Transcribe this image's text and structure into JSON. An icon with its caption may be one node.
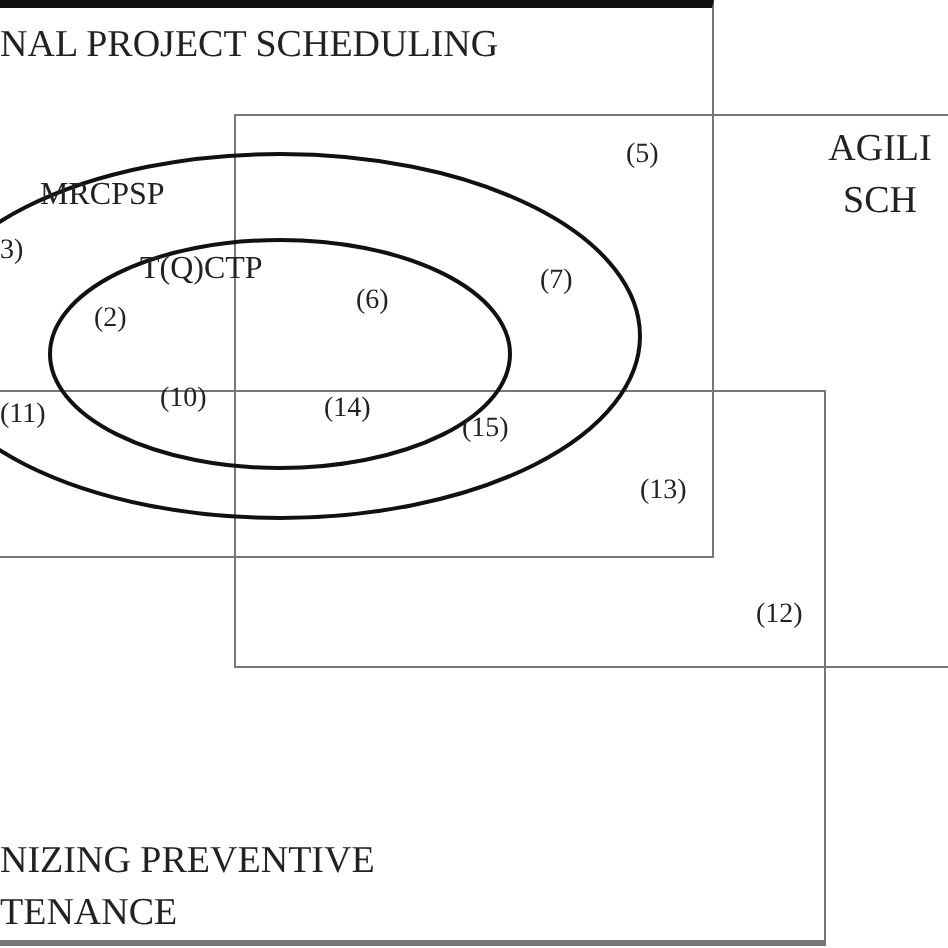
{
  "diagram": {
    "nodes": [
      {
        "text": [
          "NAL PROJECT SCHEDULING"
        ]
      },
      {
        "text": [
          "AGILI SCH"
        ]
      },
      {
        "text": [
          "NIZING PREVENTIVE TENANCE"
        ]
      },
      {
        "text": [
          "MRCPSP"
        ]
      },
      {
        "text": [
          "T(Q)CTP"
        ],
        "in": 3
      }
    ],
    "edges": [],
    "labels": [
      "(5)",
      "3)",
      "(6)",
      "(7)",
      "(2)",
      "(11)",
      "(10)",
      "(14)",
      "(15)",
      "(13)",
      "(12)"
    ]
  }
}
